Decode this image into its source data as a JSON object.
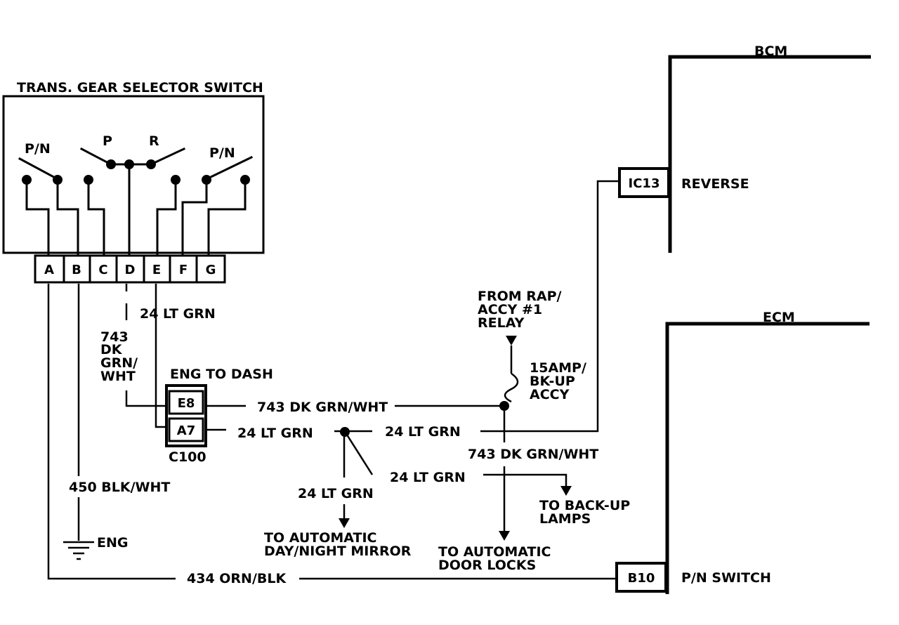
{
  "switch": {
    "title": "TRANS. GEAR SELECTOR SWITCH",
    "contact_labels": {
      "pn_left": "P/N",
      "p": "P",
      "r": "R",
      "pn_right": "P/N"
    },
    "pins": [
      "A",
      "B",
      "C",
      "D",
      "E",
      "F",
      "G"
    ]
  },
  "wires": {
    "d_wire": "24 LT GRN",
    "e_wire_line1": "743",
    "e_wire_line2": "DK",
    "e_wire_line3": "GRN/",
    "e_wire_line4": "WHT",
    "ground_wire": "450 BLK/WHT",
    "ground_label": "ENG",
    "pn_wire": "434 ORN/BLK",
    "e8_out": "743 DK GRN/WHT",
    "a7_out": "24 LT GRN",
    "to_reverse": "24 LT GRN",
    "branch_down": "24 LT GRN",
    "branch_right": "24 LT GRN",
    "fuse_out": "743 DK GRN/WHT"
  },
  "connector_c100": {
    "header": "ENG TO DASH",
    "pin_e8": "E8",
    "pin_a7": "A7",
    "name": "C100"
  },
  "fuse": {
    "source_line1": "FROM RAP/",
    "source_line2": "ACCY #1",
    "source_line3": "RELAY",
    "label_line1": "15AMP/",
    "label_line2": "BK-UP",
    "label_line3": "ACCY"
  },
  "destinations": {
    "mirror_line1": "TO AUTOMATIC",
    "mirror_line2": "DAY/NIGHT MIRROR",
    "locks_line1": "TO AUTOMATIC",
    "locks_line2": "DOOR LOCKS",
    "lamps_line1": "TO BACK-UP",
    "lamps_line2": "LAMPS"
  },
  "bcm": {
    "name": "BCM",
    "terminal": "IC13",
    "terminal_label": "REVERSE"
  },
  "ecm": {
    "name": "ECM",
    "terminal": "B10",
    "terminal_label": "P/N SWITCH"
  }
}
